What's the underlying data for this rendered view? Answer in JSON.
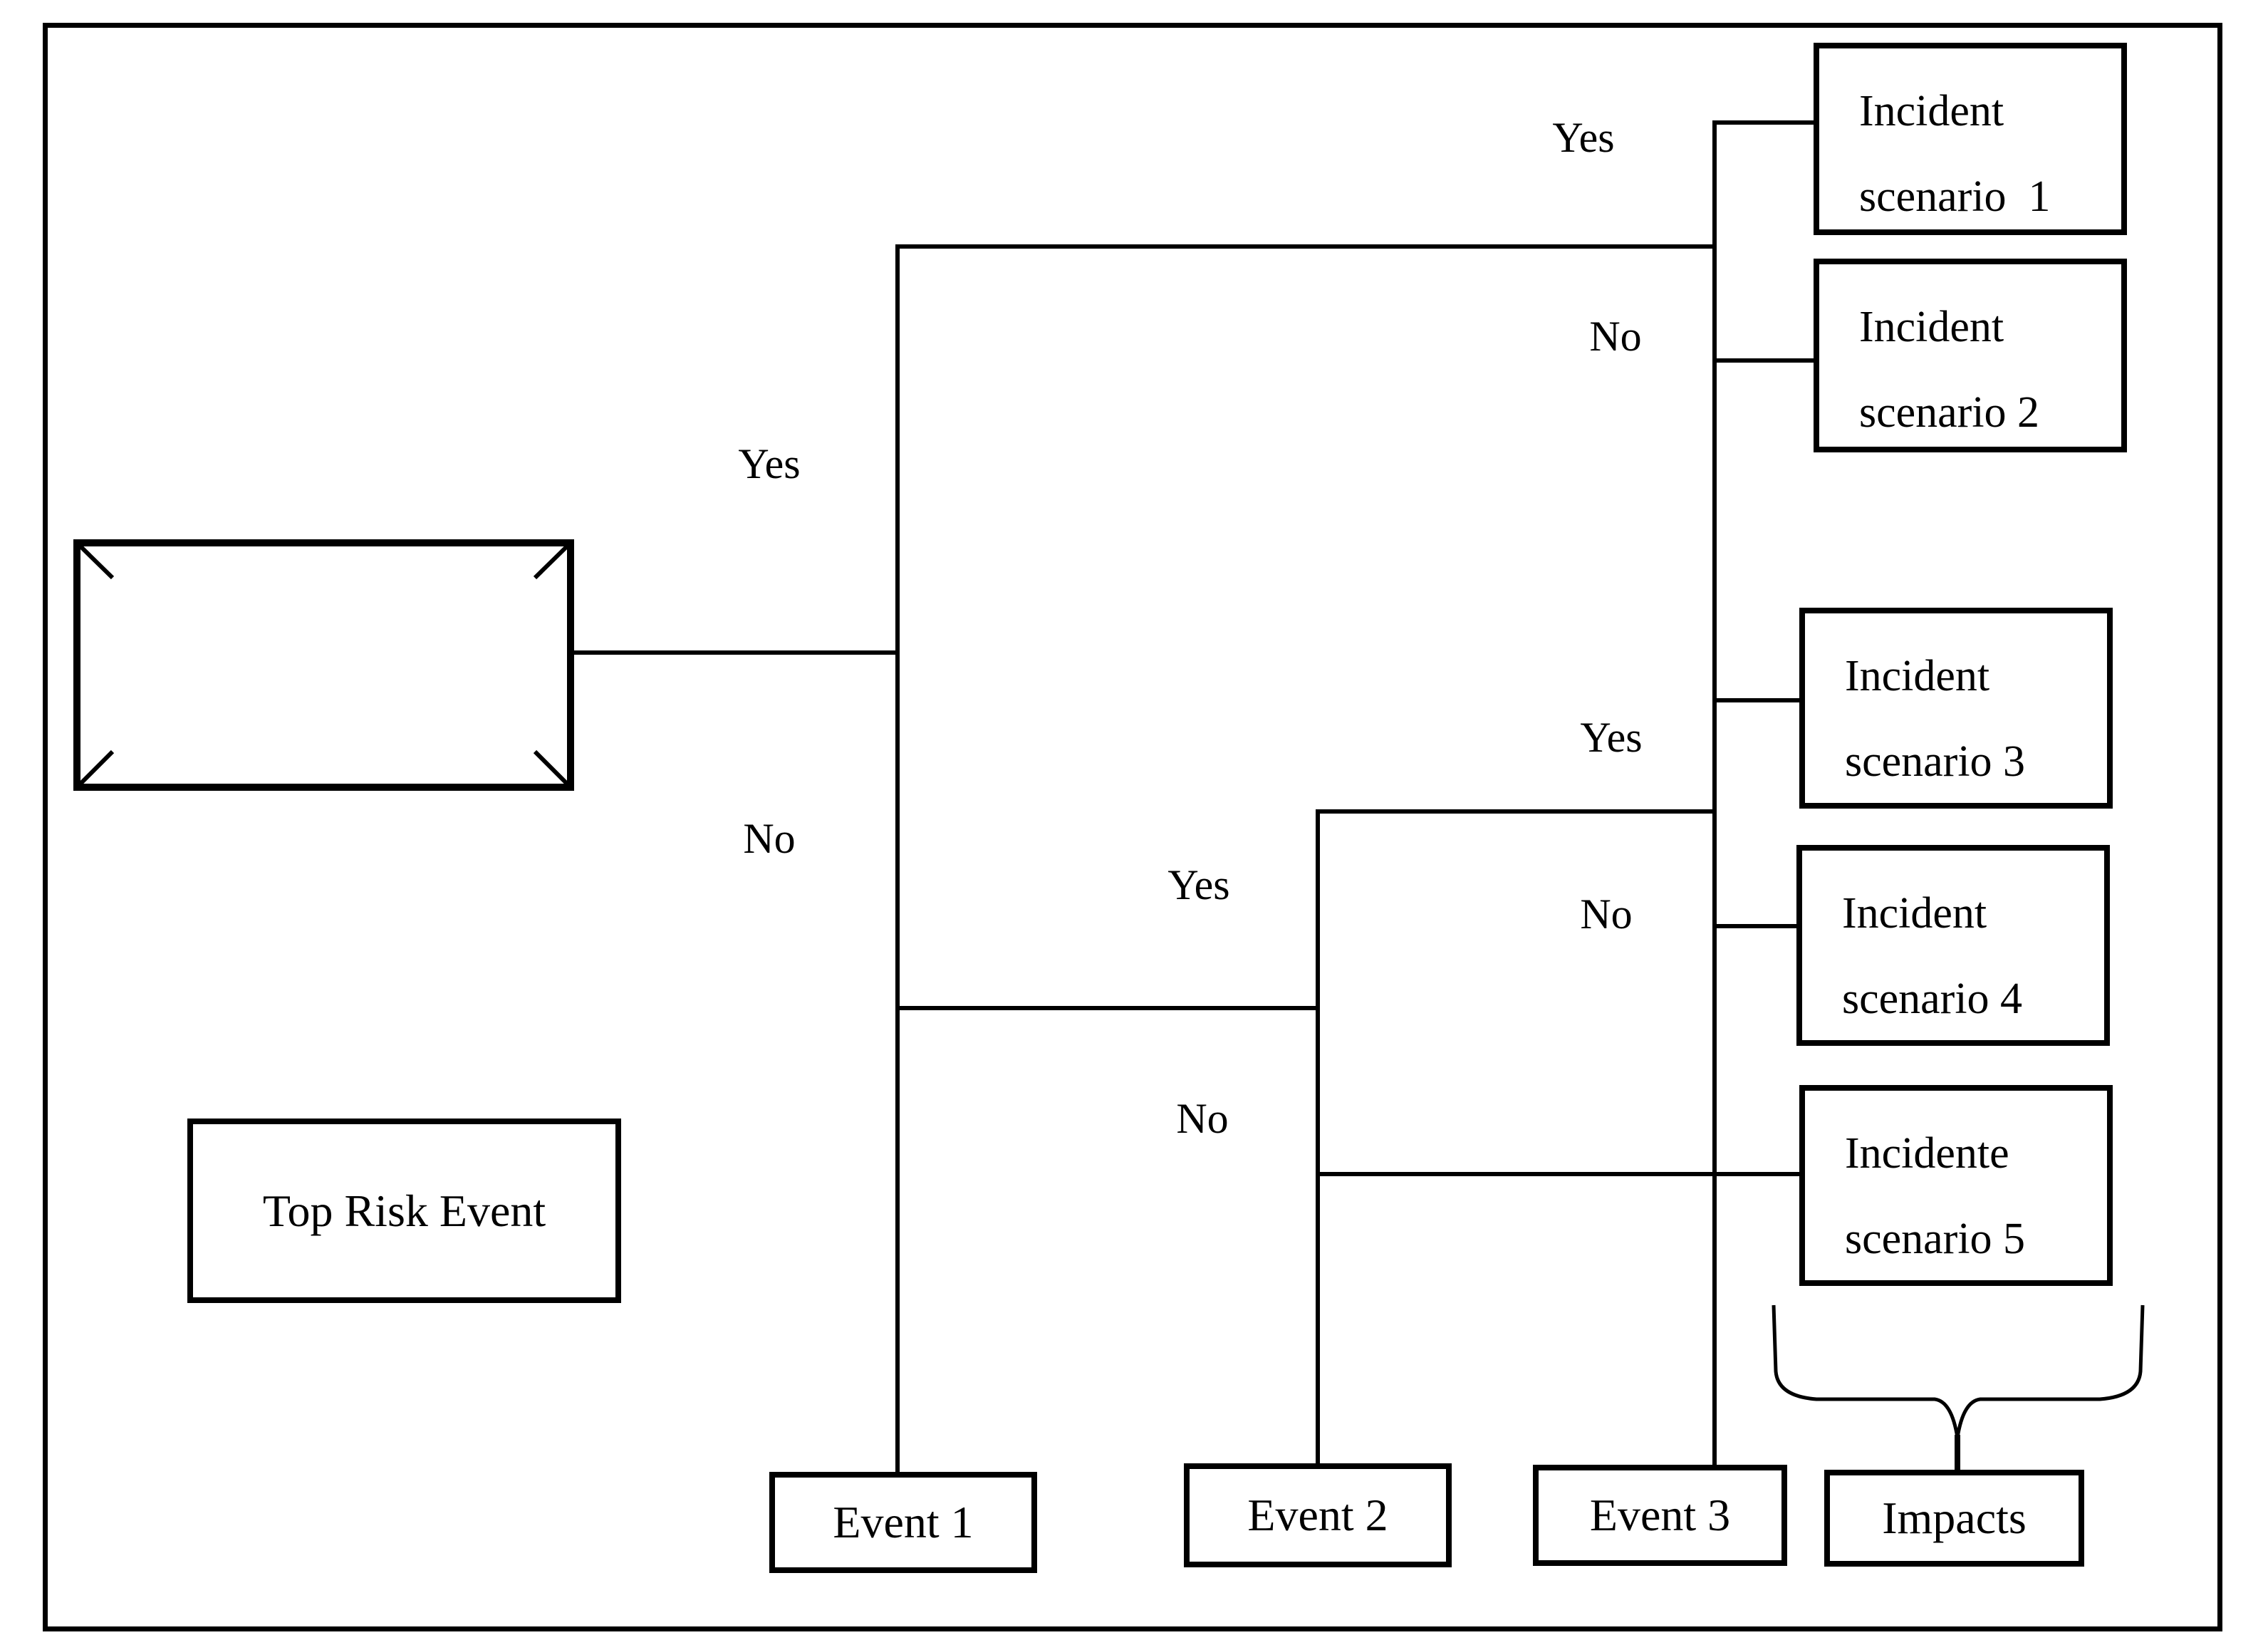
{
  "root": {
    "label": "Top Risk Event"
  },
  "branches": {
    "event1": {
      "yes": "Yes",
      "no": "No"
    },
    "event2": {
      "yes": "Yes",
      "no": "No"
    },
    "event3_upper": {
      "yes": "Yes",
      "no": "No"
    },
    "event3_lower": {
      "yes": "Yes",
      "no": "No"
    }
  },
  "scenarios": [
    {
      "line1": "Incident",
      "line2": "scenario  1"
    },
    {
      "line1": "Incident",
      "line2": "scenario 2"
    },
    {
      "line1": "Incident",
      "line2": "scenario 3"
    },
    {
      "line1": "Incident",
      "line2": "scenario 4"
    },
    {
      "line1": "Incidente",
      "line2": "scenario 5"
    }
  ],
  "events": [
    {
      "label": "Event 1"
    },
    {
      "label": "Event 2"
    },
    {
      "label": "Event 3"
    }
  ],
  "impacts": {
    "label": "Impacts"
  },
  "colors": {
    "line": "#000000",
    "text": "#000000",
    "background": "#ffffff"
  }
}
